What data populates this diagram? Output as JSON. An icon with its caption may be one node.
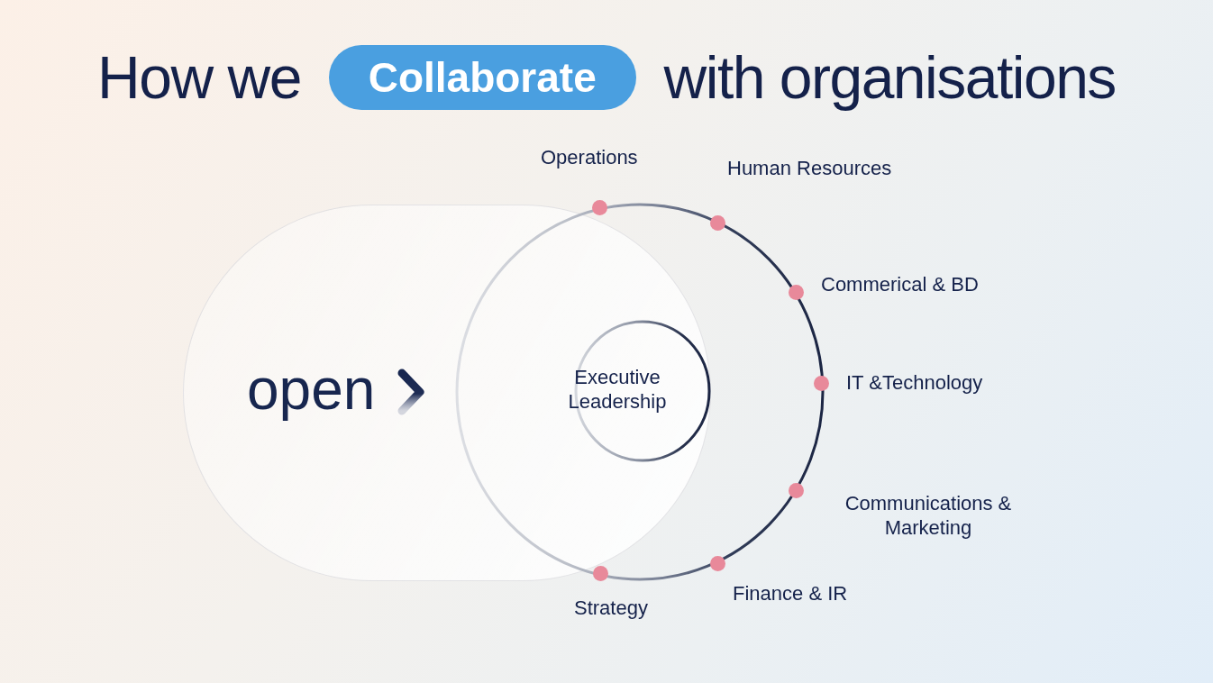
{
  "diagram": {
    "title": "How we **Collaborate** with organisations",
    "nodes": [
      {
        "text": [
          "open"
        ]
      },
      {
        "text": [],
        "shape": "circle"
      },
      {
        "text": [
          "Executive Leadership"
        ]
      },
      {
        "text": [
          "Operations"
        ]
      },
      {
        "text": [
          "Human Resources"
        ]
      },
      {
        "text": [
          "Commerical & BD"
        ]
      },
      {
        "text": [
          "IT &Technology"
        ]
      },
      {
        "text": [
          "Communications & Marketing"
        ]
      },
      {
        "text": [
          "Finance & IR"
        ]
      },
      {
        "text": [
          "Strategy"
        ]
      }
    ]
  }
}
